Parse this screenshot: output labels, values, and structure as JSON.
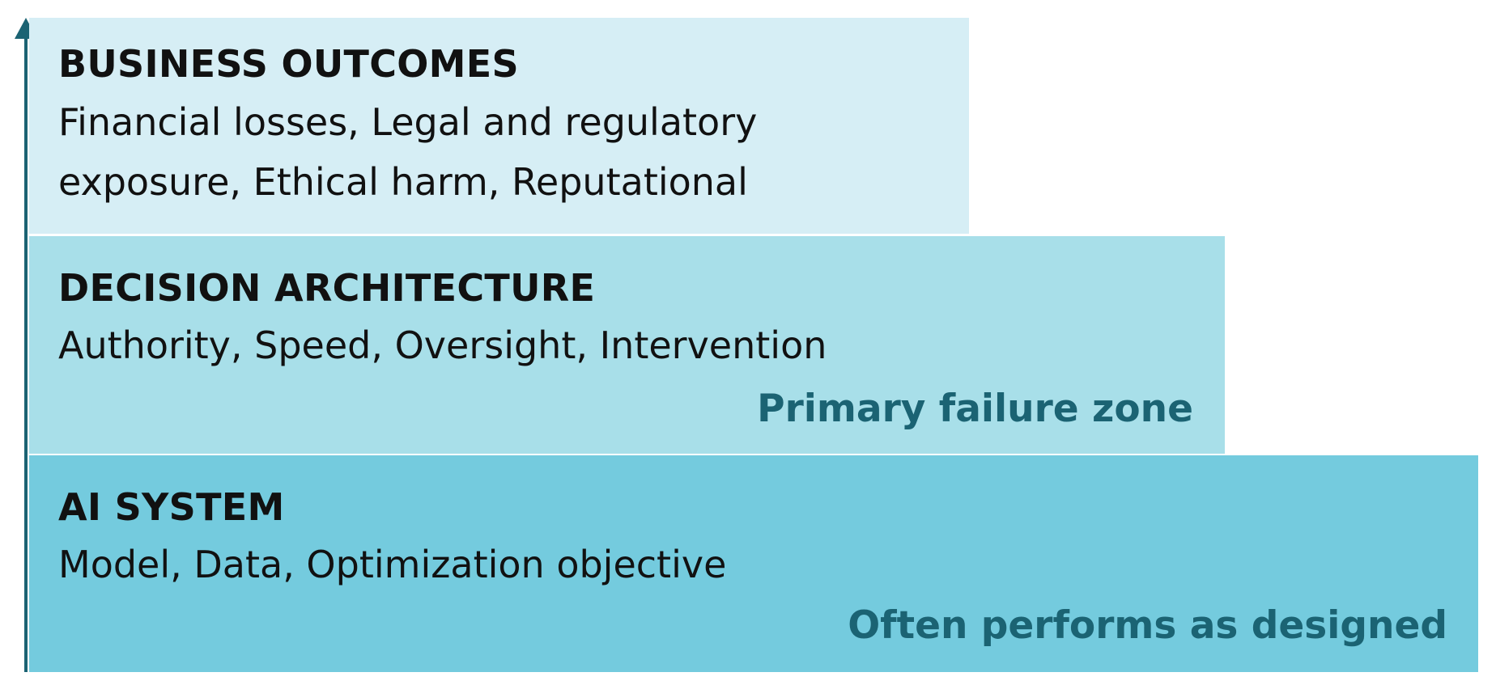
{
  "diagram": {
    "accent_color": "#1b6373",
    "layers": [
      {
        "key": "business_outcomes",
        "title": "BUSINESS OUTCOMES",
        "description_lines": [
          "Financial losses, Legal and regulatory",
          "exposure, Ethical harm, Reputational"
        ],
        "note": "",
        "fill": "#d6eef5"
      },
      {
        "key": "decision_architecture",
        "title": "DECISION ARCHITECTURE",
        "description_lines": [
          "Authority, Speed, Oversight, Intervention"
        ],
        "note": "Primary failure zone",
        "fill": "#a8dfe9"
      },
      {
        "key": "ai_system",
        "title": "AI SYSTEM",
        "description_lines": [
          "Model, Data, Optimization objective"
        ],
        "note": "Often performs as designed",
        "fill": "#74cbde"
      }
    ]
  }
}
